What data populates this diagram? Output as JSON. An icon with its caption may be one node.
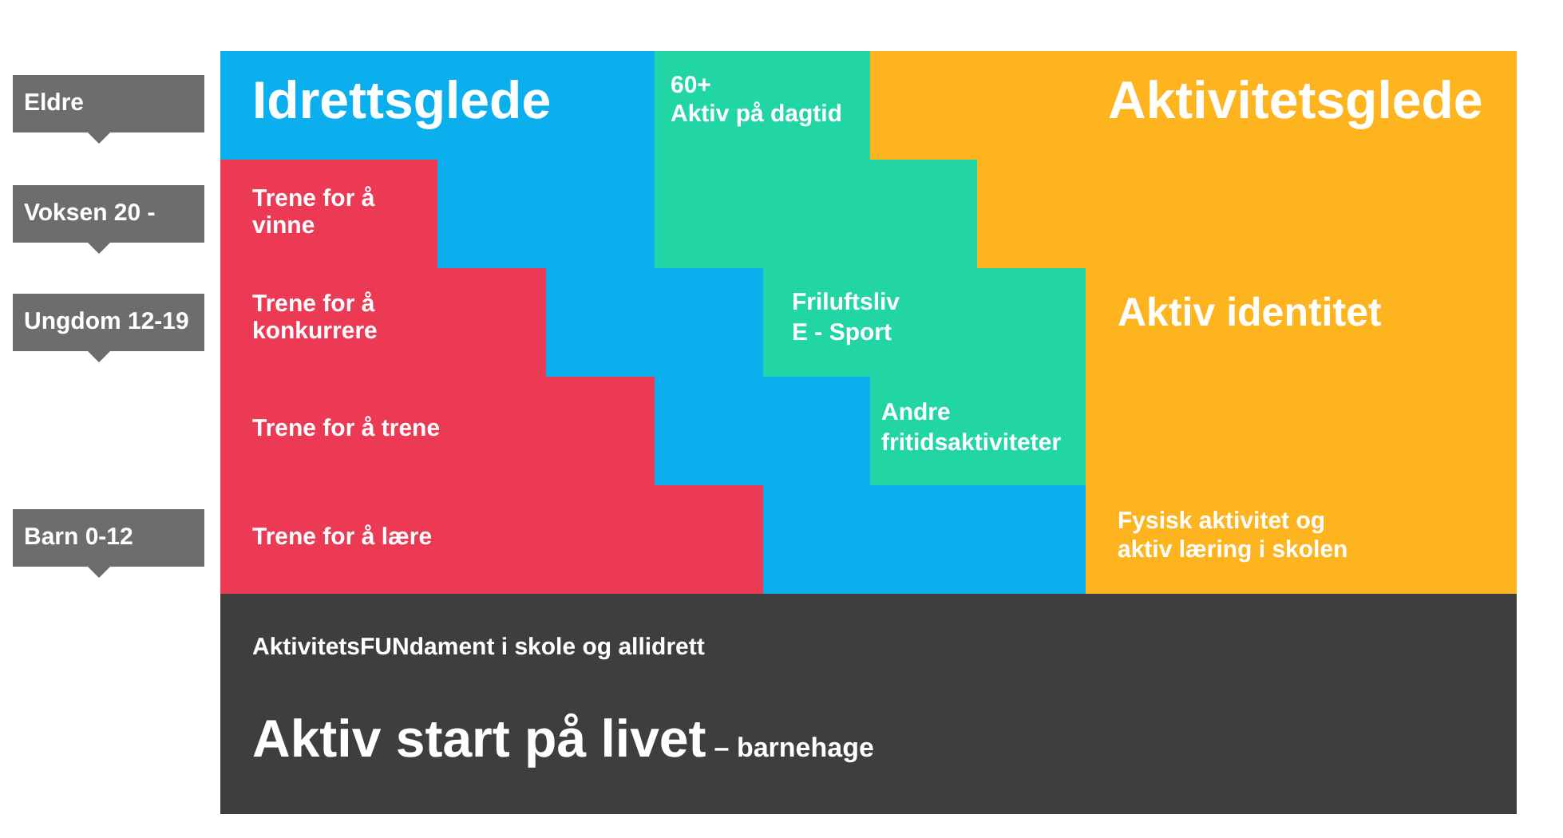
{
  "diagram": {
    "nodes": [
      {
        "text": [
          "Eldre"
        ]
      },
      {
        "text": [
          "Voksen 20 -"
        ]
      },
      {
        "text": [
          "Ungdom 12-19"
        ]
      },
      {
        "text": [
          "Barn 0-12"
        ]
      },
      {
        "text": [
          "Idrettsglede"
        ]
      },
      {
        "text": [
          "Trene for å vinne",
          "Trene for å konkurrere",
          "Trene for å trene",
          "Trene for å lære"
        ],
        "in": 4
      },
      {
        "text": [
          "60+",
          "Aktiv på dagtid",
          "Friluftsliv",
          "E - Sport",
          "Andre fritidsaktiviteter"
        ]
      },
      {
        "text": [
          "Aktivitetsglede",
          "Aktiv identitet",
          "Fysisk aktivitet og aktiv læring i skolen"
        ]
      },
      {
        "text": [
          "AktivitetsFUNdament i skole og allidrett",
          "Aktiv start på livet",
          "– barnehage"
        ]
      }
    ]
  }
}
